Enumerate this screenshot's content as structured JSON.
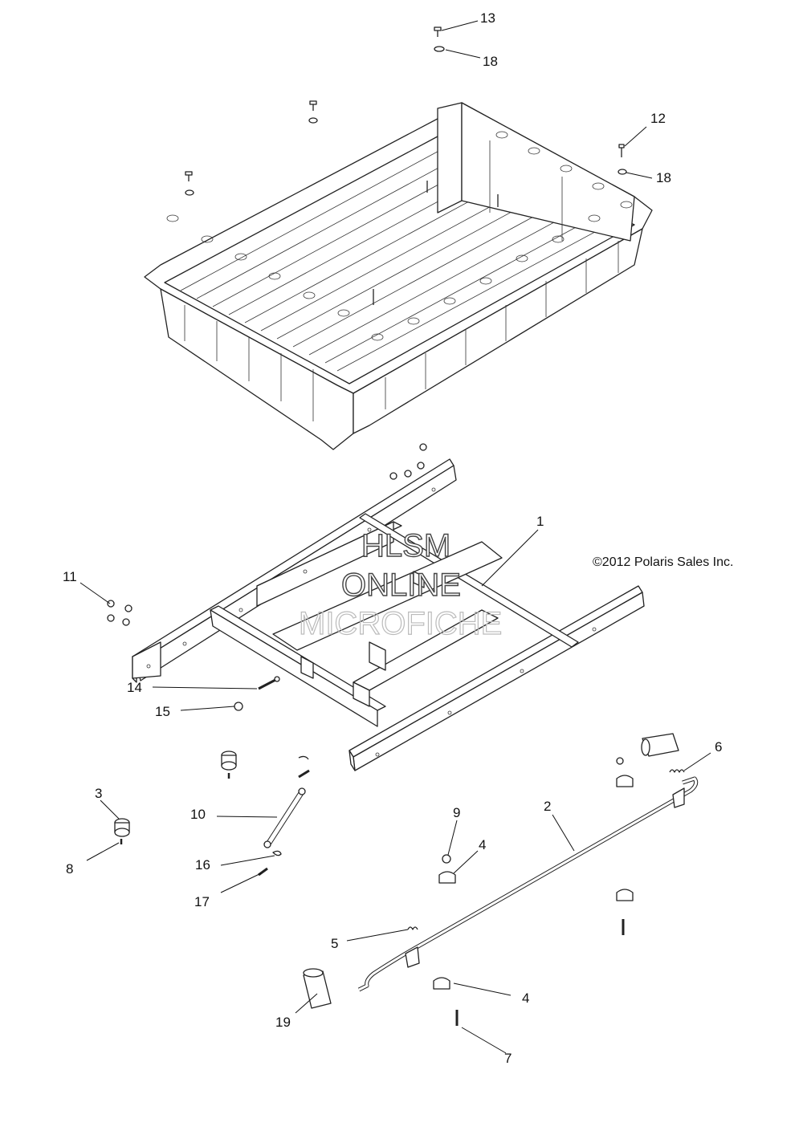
{
  "copyright": "©2012 Polaris Sales Inc.",
  "watermark": {
    "line1": "HLSM",
    "line2": "ONLINE",
    "line3": "MICROFICHE"
  },
  "callouts": [
    {
      "id": "c1",
      "label": "1"
    },
    {
      "id": "c2",
      "label": "2"
    },
    {
      "id": "c3",
      "label": "3"
    },
    {
      "id": "c4a",
      "label": "4"
    },
    {
      "id": "c4b",
      "label": "4"
    },
    {
      "id": "c5",
      "label": "5"
    },
    {
      "id": "c6",
      "label": "6"
    },
    {
      "id": "c7",
      "label": "7"
    },
    {
      "id": "c8",
      "label": "8"
    },
    {
      "id": "c9",
      "label": "9"
    },
    {
      "id": "c10",
      "label": "10"
    },
    {
      "id": "c11",
      "label": "11"
    },
    {
      "id": "c12",
      "label": "12"
    },
    {
      "id": "c13",
      "label": "13"
    },
    {
      "id": "c14",
      "label": "14"
    },
    {
      "id": "c15",
      "label": "15"
    },
    {
      "id": "c16",
      "label": "16"
    },
    {
      "id": "c17",
      "label": "17"
    },
    {
      "id": "c18a",
      "label": "18"
    },
    {
      "id": "c18b",
      "label": "18"
    },
    {
      "id": "c19",
      "label": "19"
    }
  ]
}
